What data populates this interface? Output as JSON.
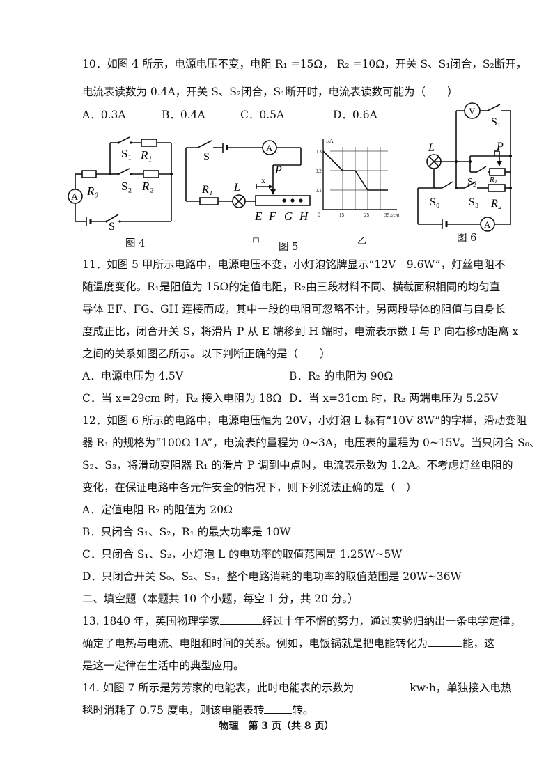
{
  "q10": {
    "line1": "10．如图 4 所示，电源电压不变，电阻 R₁ =15Ω， R₂ =10Ω，开关 S、S₁闭合，S₂断开，",
    "line2": "电流表读数为 0.4A，开关 S、S₂闭合，S₁断开时，电流表读数可能为（　　）",
    "optA": "A．0.3A",
    "optB": "B．0.4A",
    "optC": "C．0.5A",
    "optD": "D．0.6A"
  },
  "figures": {
    "fig4_caption": "图 4",
    "fig5_caption": "图 5",
    "fig5_jia": "甲",
    "fig5_yi": "乙",
    "fig6_caption": "图 6",
    "fig4": {
      "S1": "S₁",
      "R1": "R₁",
      "S2": "S₂",
      "R2": "R₂",
      "R0": "R₀",
      "A": "A",
      "S": "S"
    },
    "fig5": {
      "S": "S",
      "A": "A",
      "P": "P",
      "x": "x",
      "R1": "R₁",
      "L": "L",
      "E": "E",
      "F": "F",
      "G": "G",
      "H": "H"
    },
    "fig5_graph": {
      "ylabel": "I/A",
      "xlabel": "x/cm",
      "yticks": [
        "0.3",
        "0.2",
        "0.1"
      ],
      "xticks": [
        "0",
        "15",
        "25",
        "35"
      ]
    },
    "fig6": {
      "V": "V",
      "S1": "S₁",
      "L": "L",
      "P": "P",
      "S2": "S₂",
      "R1": "R₁",
      "S0": "S₀",
      "S3": "S₃",
      "R2": "R₂",
      "A": "A"
    }
  },
  "q11": {
    "line1": "11．如图 5 甲所示电路中，电源电压不变，小灯泡铭牌显示“12V　9.6W”，灯丝电阻不",
    "line2": "随温度变化。R₁是阻值为 15Ω的定值电阻，R₂由三段材料不同、横截面积相同的均匀直",
    "line3": "导体 EF、FG、GH 连接而成，其中一段的电阻可忽略不计，另两段导体的阻值与自身长",
    "line4": "度成正比，闭合开关 S，将滑片 P 从 E 端移到 H 端时，电流表示数 I 与 P 向右移动距离 x",
    "line5": "之间的关系如图乙所示。以下判断正确的是（　　）",
    "optA": "A．电源电压为 4.5V",
    "optB": "B．R₂ 的电阻为 90Ω",
    "optC": "C．当 x=29cm 时，R₂ 接入电阻为 18Ω",
    "optD": "D．当 x=31cm 时，R₂ 两端电压为 5.25V"
  },
  "q12": {
    "line1": "12．如图 6 所示的电路中，电源电压恒为 20V，小灯泡 L 标有“10V 8W”的字样，滑动变阻",
    "line2": "器 R₁ 的规格为“100Ω 1A”，电流表的量程为 0~3A，电压表的量程为 0~15V。当只闭合 S₀、",
    "line3": "S₂、S₃，将滑动变阻器 R₁ 的滑片 P 调到中点时，电流表示数为 1.2A。不考虑灯丝电阻的",
    "line4": "变化，在保证电路中各元件安全的情况下，则下列说法正确的是（　）",
    "optA": "A．定值电阻 R₂ 的阻值为 20Ω",
    "optB": "B．只闭合 S₁、S₂，R₁ 的最大功率是 10W",
    "optC": "C．只闭合 S₁、S₂，小灯泡 L 的电功率的取值范围是 1.25W~5W",
    "optD": "D．只闭合开关 S₀、S₂、S₃，整个电路消耗的电功率的取值范围是 20W~36W"
  },
  "section2": "二、填空题（本题共 10 个小题，每空 1 分，共 20 分。）",
  "q13": {
    "part1": "13. 1840 年，英国物理学家",
    "part2": "经过十年不懈的努力，通过实验归纳出一条电学定律，",
    "line2a": "确定了电热与电流、电阻和时间的关系。例如，电饭锅就是把电能转化为",
    "line2b": "能，这",
    "line3": "是这一定律在生活中的典型应用。"
  },
  "q14": {
    "part1": "14. 如图 7 所示是芳芳家的电能表，此时电能表的示数为",
    "part2": "kw·h，单独接入电热",
    "line2a": "毯时消耗了 0.75 度电，则该电能表转",
    "line2b": "转。"
  },
  "footer": "物理　第 3 页（共 8 页）"
}
